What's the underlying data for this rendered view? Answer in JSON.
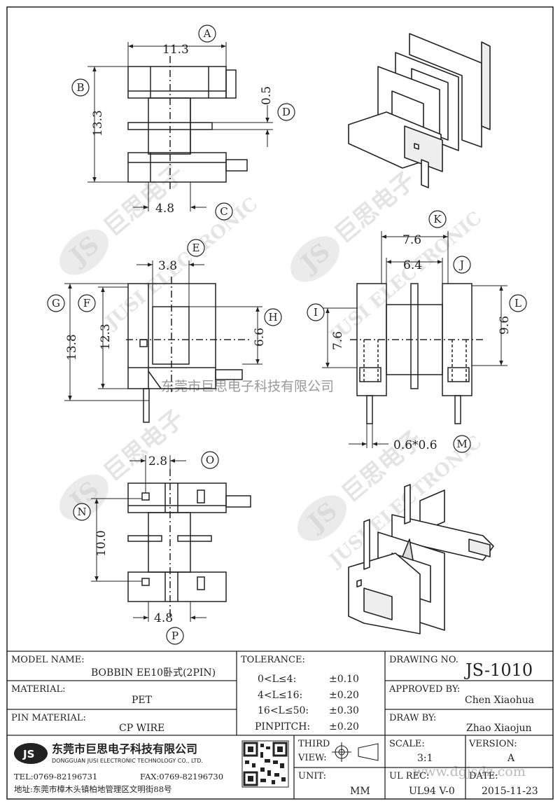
{
  "dimensions": {
    "top_width": "11.3",
    "top_height": "13.3",
    "top_flange_gap": "0.5",
    "top_core": "4.8",
    "front_core": "3.8",
    "front_total_height": "13.8",
    "front_window_height": "12.3",
    "front_window": "6.6",
    "side_outer": "7.6",
    "side_inner": "6.4",
    "side_flange_height": "9.6",
    "side_core_height": "7.6",
    "pin_section": "0.6*0.6",
    "bottom_pin_offset": "2.8",
    "bottom_height": "10.0",
    "bottom_core": "4.8"
  },
  "callouts": [
    "A",
    "B",
    "C",
    "D",
    "E",
    "F",
    "G",
    "H",
    "I",
    "J",
    "K",
    "L",
    "M",
    "N",
    "O",
    "P"
  ],
  "watermark": {
    "logo": "JS",
    "brand_cn": "巨思电子",
    "brand_en": "JUSI ELECTRONIC",
    "company_overlay": "东莞市巨思电子科技有限公司",
    "url": "www.dgjsdz.com"
  },
  "title_block": {
    "model_name_label": "MODEL NAME:",
    "model_name": "BOBBIN EE10卧式(2PIN)",
    "material_label": "MATERIAL:",
    "material": "PET",
    "pin_material_label": "PIN MATERIAL:",
    "pin_material": "CP WIRE",
    "tolerance_label": "TOLERANCE:",
    "tolerances": [
      {
        "range": "0<L≤4:",
        "value": "±0.10"
      },
      {
        "range": "4<L≤16:",
        "value": "±0.20"
      },
      {
        "range": "16<L≤50:",
        "value": "±0.30"
      },
      {
        "range": "PINPITCH:",
        "value": "±0.20"
      }
    ],
    "drawing_no_label": "DRAWING NO.",
    "drawing_no": "JS-1010",
    "approved_by_label": "APPROVED BY:",
    "approved_by": "Chen Xiaohua",
    "draw_by_label": "DRAW BY:",
    "draw_by": "Zhao Xiaojun",
    "third_view_label_1": "THIRD",
    "third_view_label_2": "VIEW:",
    "unit_label": "UNIT:",
    "unit": "MM",
    "scale_label": "SCALE:",
    "scale": "3:1",
    "version_label": "VERSION:",
    "version": "A",
    "ul_rec_label": "UL REC:",
    "ul_rec": "UL94 V-0",
    "date_label": "DATE:",
    "date": "2015-11-23",
    "company_logo": "JS",
    "company_cn": "东莞市巨思电子科技有限公司",
    "company_en": "DONGGUAN JUSI ELECTRONIC TECHNOLOGY CO., LTD.",
    "tel": "TEL:0769-82196731",
    "fax": "FAX:0769-82196730",
    "address": "地址:东莞市樟木头镇柏地管理区文明街88号"
  }
}
